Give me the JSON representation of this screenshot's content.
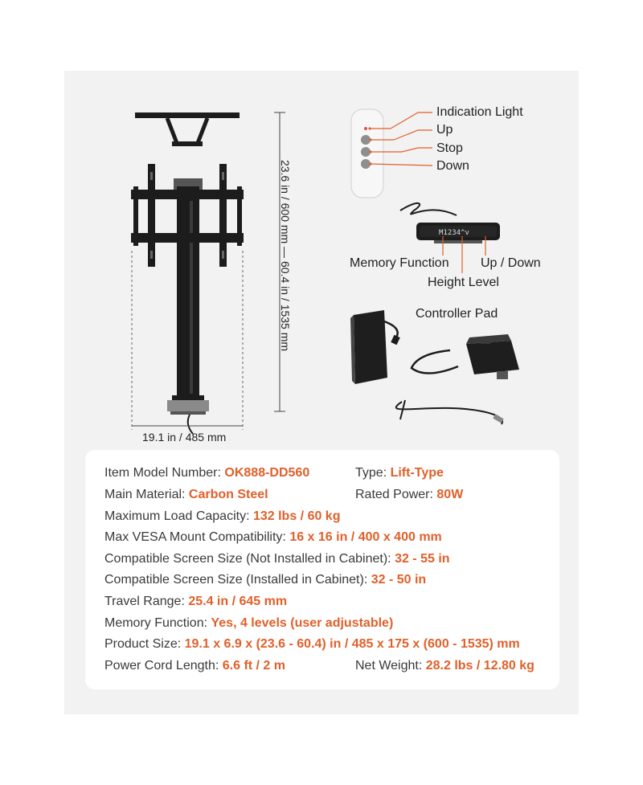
{
  "accent_color": "#e0602a",
  "dimensions": {
    "height": "23.6 in / 600 mm  —  60.4 in / 1535 mm",
    "width": "19.1 in / 485 mm"
  },
  "remote_labels": {
    "indication_light": "Indication Light",
    "up": "Up",
    "stop": "Stop",
    "down": "Down"
  },
  "keypad_labels": {
    "memory_function": "Memory Function",
    "up_down": "Up / Down",
    "height_level": "Height Level",
    "keys": "M 1 2 3 4 ^ v"
  },
  "controller_label": "Controller Pad",
  "specs": {
    "model_label": "Item Model Number: ",
    "model_value": "OK888-DD560",
    "type_label": "Type: ",
    "type_value": "Lift-Type",
    "material_label": "Main Material: ",
    "material_value": "Carbon Steel",
    "power_label": "Rated Power: ",
    "power_value": "80W",
    "load_label": "Maximum Load Capacity: ",
    "load_value": "132 lbs / 60 kg",
    "vesa_label": "Max VESA Mount Compatibility: ",
    "vesa_value": "16 x 16 in / 400 x 400 mm",
    "screen_not_label": "Compatible Screen Size (Not Installed in Cabinet): ",
    "screen_not_value": "32 - 55 in",
    "screen_in_label": "Compatible Screen Size (Installed in Cabinet): ",
    "screen_in_value": "32 - 50 in",
    "travel_label": "Travel Range: ",
    "travel_value": "25.4 in / 645 mm",
    "memory_label": "Memory Function: ",
    "memory_value": "Yes, 4 levels (user adjustable)",
    "size_label": "Product Size: ",
    "size_value": "19.1 x 6.9 x (23.6 - 60.4) in / 485 x 175 x (600 - 1535) mm",
    "cord_label": "Power Cord Length: ",
    "cord_value": "6.6 ft / 2 m",
    "weight_label": "Net Weight: ",
    "weight_value": "28.2 lbs / 12.80 kg"
  }
}
